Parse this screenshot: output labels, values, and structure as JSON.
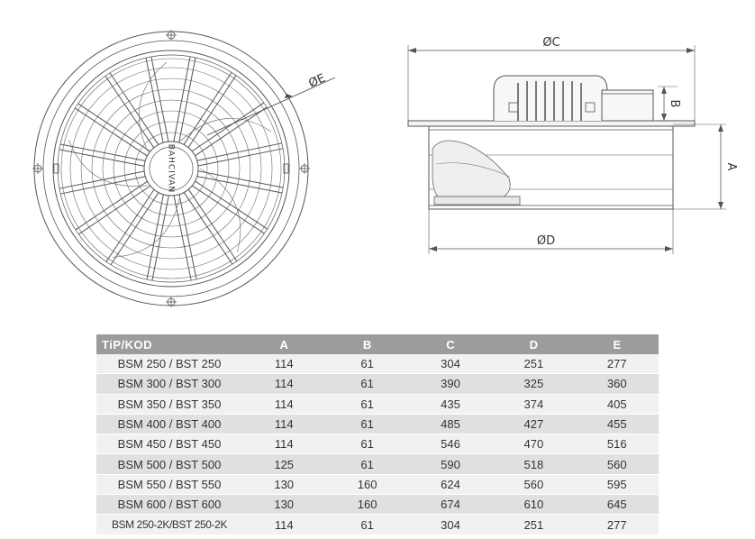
{
  "drawing": {
    "brand_text": "BAHCIVAN",
    "dimension_labels": {
      "diameter_c": "ØC",
      "diameter_d": "ØD",
      "diameter_e": "ØE",
      "height_a": "A",
      "height_b": "B"
    }
  },
  "table": {
    "headers": [
      "TiP/KOD",
      "A",
      "B",
      "C",
      "D",
      "E"
    ],
    "rows": [
      [
        "BSM 250 / BST 250",
        "114",
        "61",
        "304",
        "251",
        "277"
      ],
      [
        "BSM 300 / BST 300",
        "114",
        "61",
        "390",
        "325",
        "360"
      ],
      [
        "BSM 350 / BST 350",
        "114",
        "61",
        "435",
        "374",
        "405"
      ],
      [
        "BSM 400 / BST 400",
        "114",
        "61",
        "485",
        "427",
        "455"
      ],
      [
        "BSM 450 / BST 450",
        "114",
        "61",
        "546",
        "470",
        "516"
      ],
      [
        "BSM 500 / BST 500",
        "125",
        "61",
        "590",
        "518",
        "560"
      ],
      [
        "BSM 550 / BST 550",
        "130",
        "160",
        "624",
        "560",
        "595"
      ],
      [
        "BSM 600 / BST 600",
        "130",
        "160",
        "674",
        "610",
        "645"
      ],
      [
        "BSM 250-2K/BST 250-2K",
        "114",
        "61",
        "304",
        "251",
        "277"
      ]
    ],
    "colors": {
      "header_bg": "#9c9c9c",
      "row_light": "#f1f1f1",
      "row_dark": "#e0e0e0"
    }
  }
}
